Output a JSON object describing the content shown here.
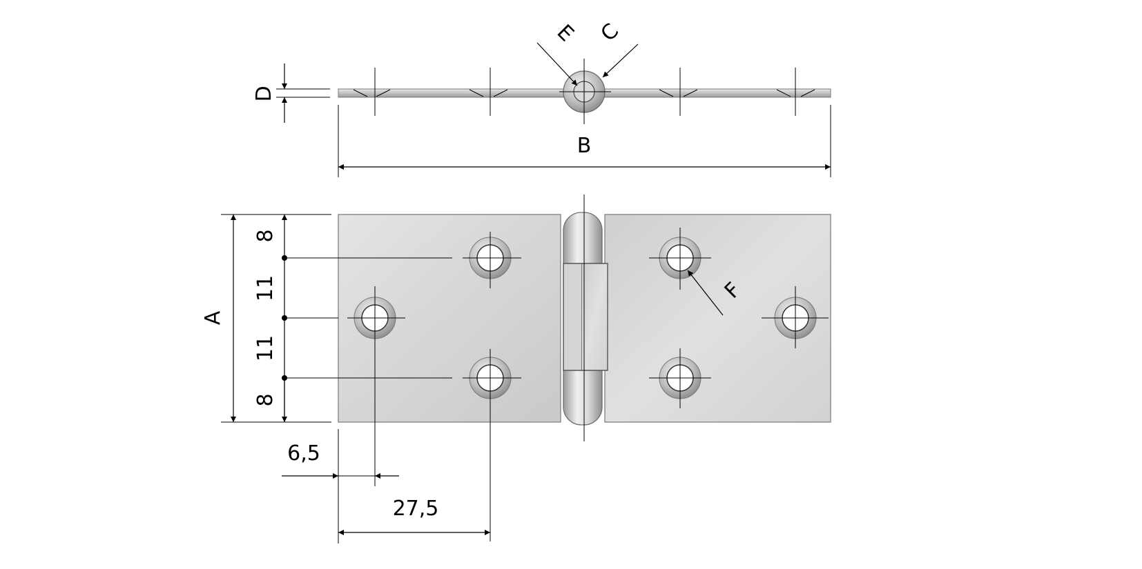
{
  "drawing": {
    "side_view": {
      "labels": {
        "thickness": "D",
        "length": "B",
        "pin_diameter": "C",
        "knuckle_diameter": "E"
      }
    },
    "front_view": {
      "labels": {
        "width": "A",
        "hole_diameter": "F",
        "edge_to_row": "8",
        "row_to_center": "11",
        "center_to_row": "11",
        "row_to_edge": "8",
        "edge_to_outer_hole": "6,5",
        "edge_to_inner_holes": "27,5"
      }
    },
    "colors": {
      "metal_light": "#e6e6e6",
      "metal_dark": "#b9b9b9",
      "line": "#000000"
    }
  }
}
